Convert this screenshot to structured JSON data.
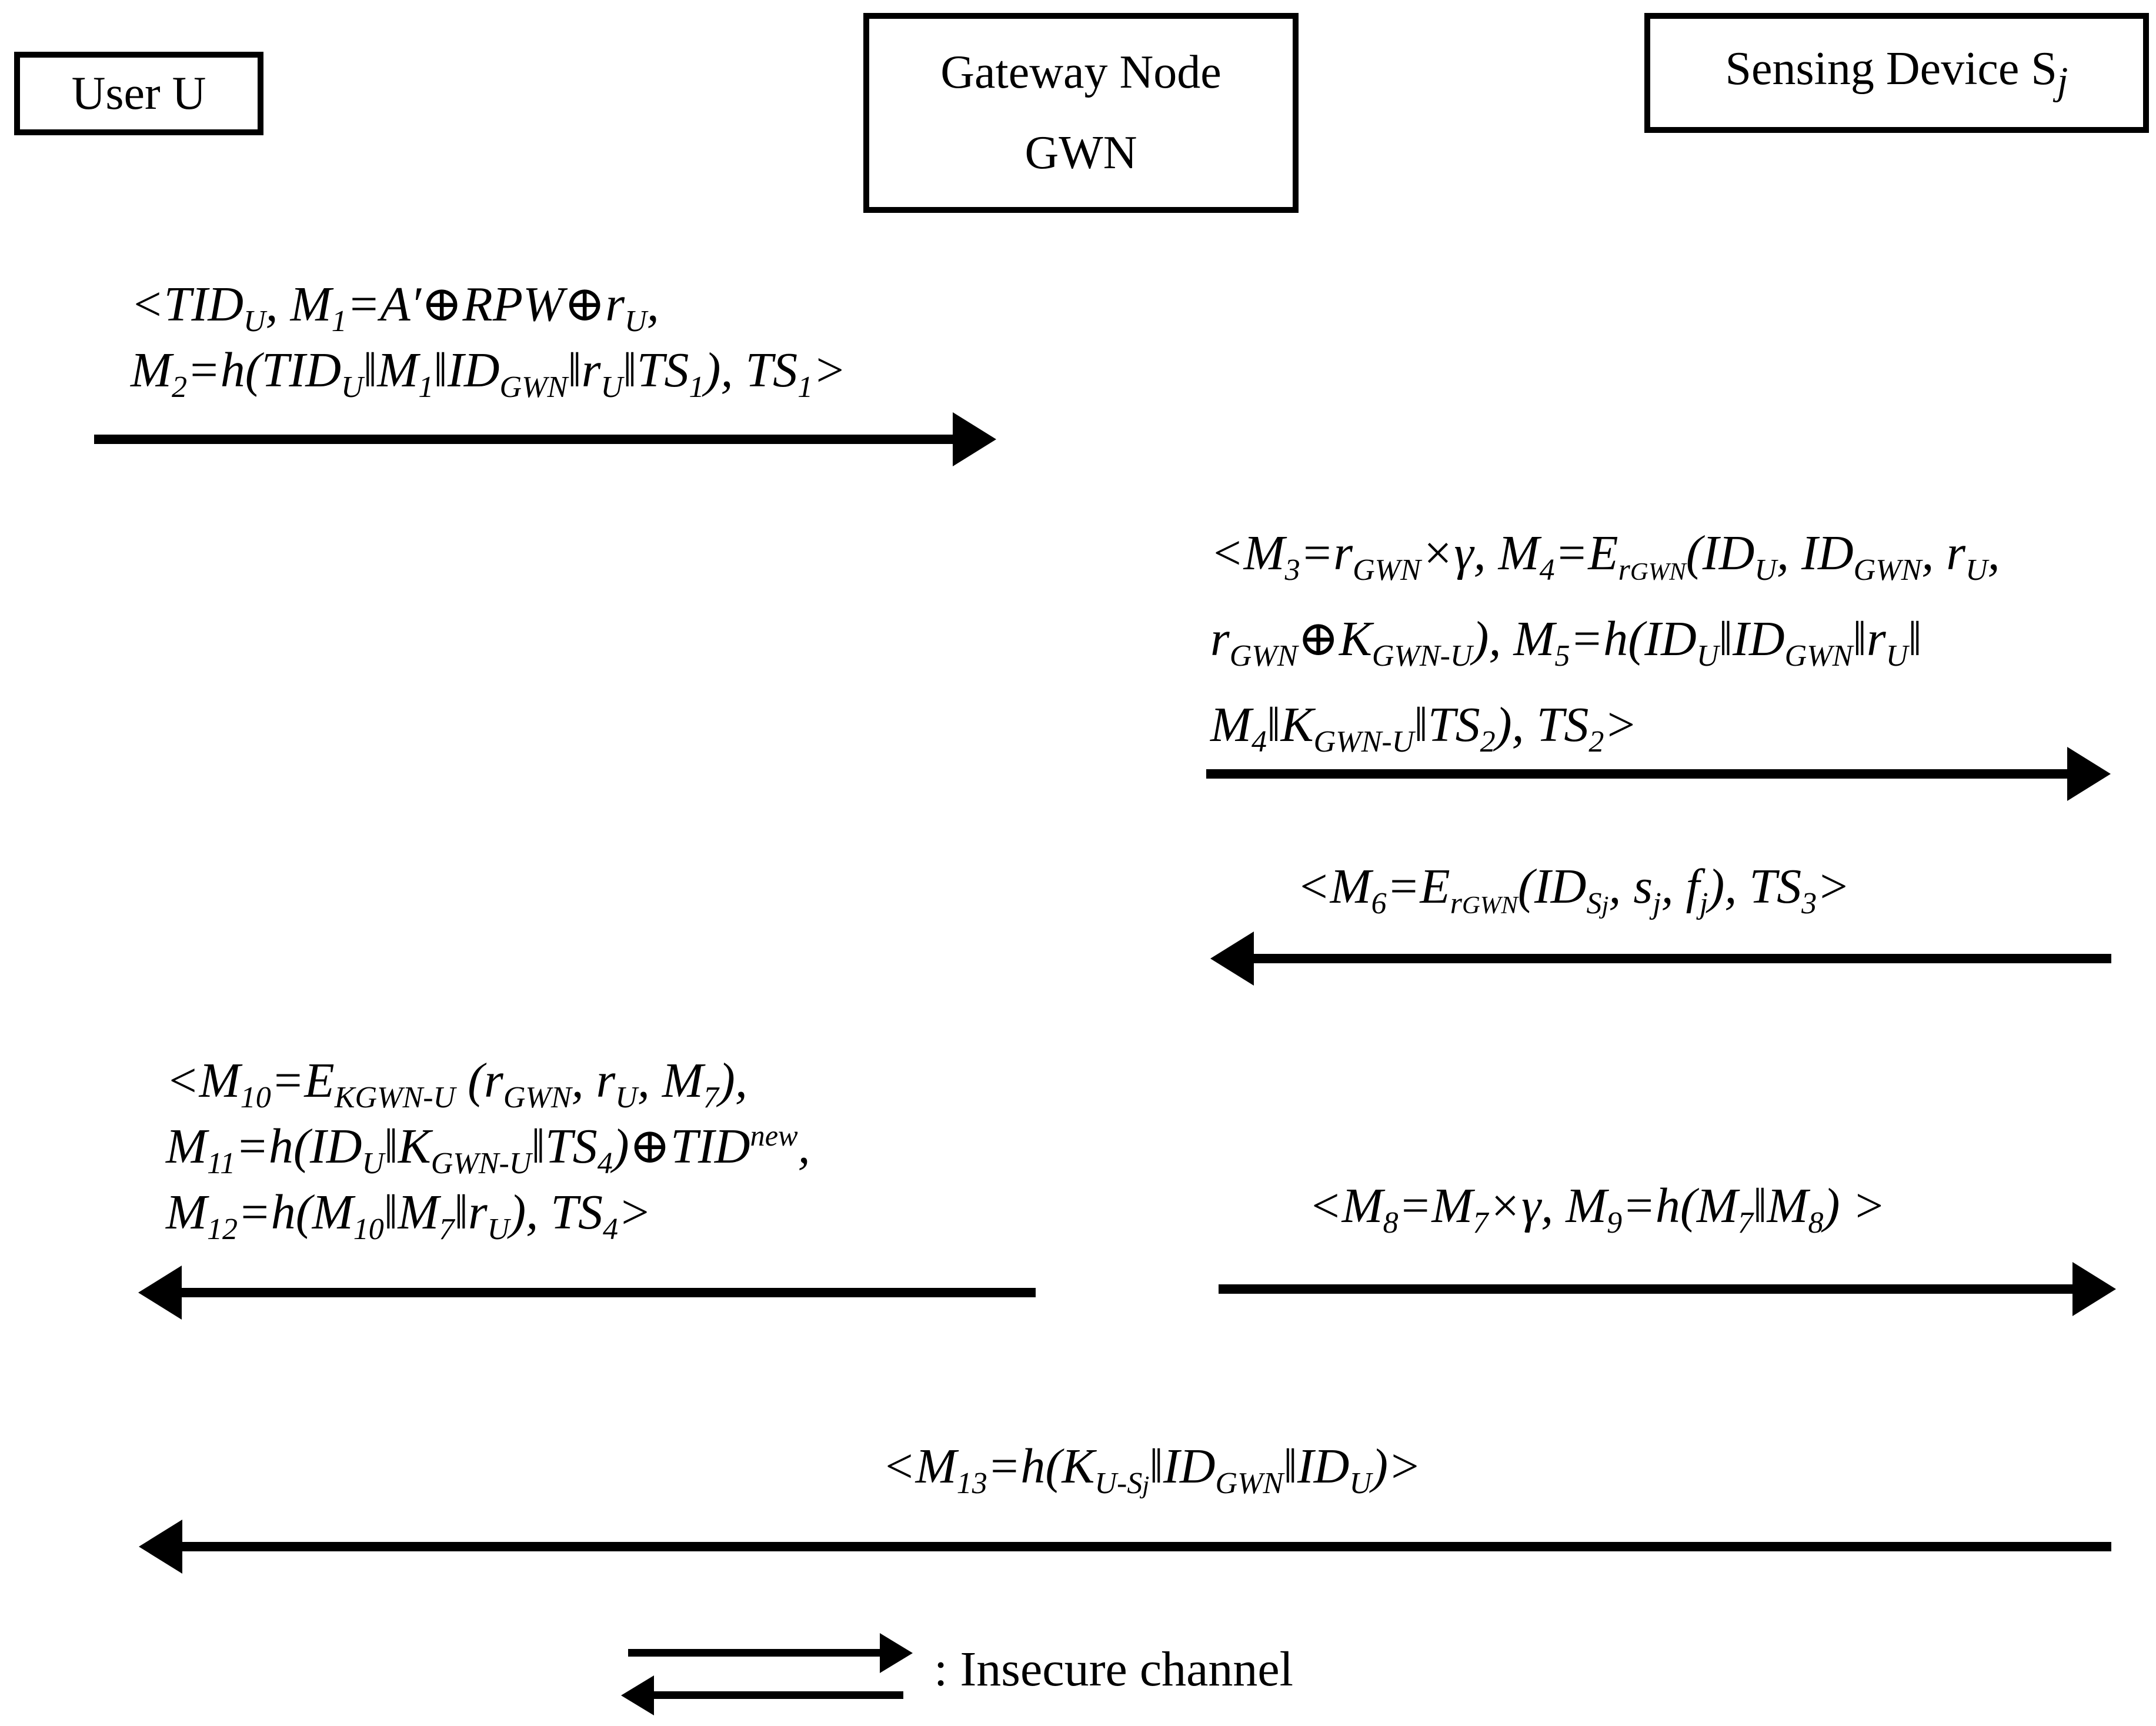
{
  "figure": {
    "type": "protocol-sequence-diagram",
    "background_color": "#ffffff",
    "ink_color": "#000000"
  },
  "actors": {
    "user": {
      "label": "User U"
    },
    "gateway": {
      "line1": "Gateway Node",
      "line2": "GWN"
    },
    "sensor": {
      "label_html": "Sensing Device S<sub class='itj'>j</sub>"
    }
  },
  "messages": [
    {
      "id": "message-1",
      "from": "User U",
      "to": "Gateway Node GWN",
      "direction": "right",
      "lines_html": [
        "&lt;TID<sub>U</sub>, M<sub>1</sub>=A′⊕RPW⊕r<sub>U</sub>,",
        "M<sub>2</sub>=h(TID<sub>U</sub>‖M<sub>1</sub>‖ID<sub>GWN</sub>‖r<sub>U</sub>‖TS<sub>1</sub>), TS<sub>1</sub>&gt;"
      ]
    },
    {
      "id": "message-2",
      "from": "Gateway Node GWN",
      "to": "Sensing Device Sj",
      "direction": "right",
      "lines_html": [
        "&lt;M<sub>3</sub>=r<sub>GWN</sub>×γ, M<sub>4</sub>=E<sub>r<span class='ss'>GWN</span></sub>(ID<sub>U</sub>, ID<sub>GWN</sub>, r<sub>U</sub>,",
        "r<sub>GWN</sub>⊕K<sub>GWN-U</sub>), M<sub>5</sub>=h(ID<sub>U</sub>‖ID<sub>GWN</sub>‖r<sub>U</sub>‖",
        "M<sub>4</sub>‖K<sub>GWN-U</sub>‖TS<sub>2</sub>), TS<sub>2</sub>&gt;"
      ]
    },
    {
      "id": "message-3",
      "from": "Sensing Device Sj",
      "to": "Gateway Node GWN",
      "direction": "left",
      "lines_html": [
        "&lt;M<sub>6</sub>=E<sub>r<span class='ss'>GWN</span></sub>(ID<sub>S<span class='ss'>j</span></sub>, s<sub>j</sub>, f<sub>j</sub>), TS<sub>3</sub>&gt;"
      ]
    },
    {
      "id": "message-4",
      "from": "Gateway Node GWN",
      "to": "User U",
      "direction": "left",
      "lines_html": [
        "&lt;M<sub>10</sub>=E<sub>KGWN-U</sub> (r<sub>GWN</sub>, r<sub>U</sub>, M<sub>7</sub>),",
        "M<sub>11</sub>=h(ID<sub>U</sub>‖K<sub>GWN-U</sub>‖TS<sub>4</sub>)⊕TID<sup>new</sup>,",
        "M<sub>12</sub>=h(M<sub>10</sub>‖M<sub>7</sub>‖r<sub>U</sub>), TS<sub>4</sub>&gt;"
      ]
    },
    {
      "id": "message-5",
      "from": "Gateway Node GWN",
      "to": "Sensing Device Sj",
      "direction": "right",
      "lines_html": [
        "&lt;M<sub>8</sub>=M<sub>7</sub>×γ, M<sub>9</sub>=h(M<sub>7</sub>‖M<sub>8</sub>) &gt;"
      ]
    },
    {
      "id": "message-6",
      "from": "Sensing Device Sj",
      "to": "User U",
      "direction": "left",
      "lines_html": [
        "&lt;M<sub>13</sub>=h(K<sub>U-S<span class='ss'>j</span></sub>‖ID<sub>GWN</sub>‖ID<sub>U</sub>)&gt;"
      ]
    }
  ],
  "legend": {
    "label": ": Insecure channel"
  }
}
